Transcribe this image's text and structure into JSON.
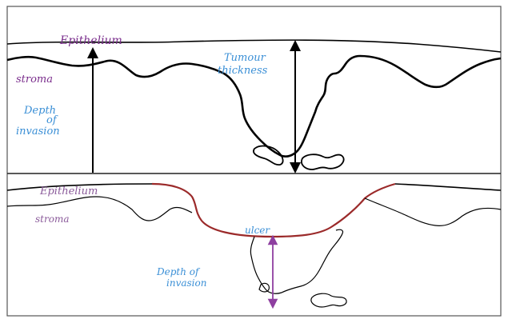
{
  "panels": [
    {
      "labels": {
        "epithelium": "Epithelium",
        "stroma": "stroma",
        "depth_of_invasion": [
          "Depth",
          "of",
          "invasion"
        ],
        "tumour_thickness": [
          "Tumour",
          "thickness"
        ]
      },
      "colors": {
        "outline": "#000000",
        "epithelium_label": "#7a2d8c",
        "measure_label": "#3a8fd6"
      }
    },
    {
      "labels": {
        "epithelium": "Epithelium",
        "stroma": "stroma",
        "ulcer": "ulcer",
        "depth_of_invasion": [
          "Depth of",
          "invasion"
        ]
      },
      "colors": {
        "outline": "#000000",
        "ulcer_surface": "#9b2a2a",
        "measure_arrow": "#8e3fa0",
        "measure_label": "#3a8fd6"
      }
    }
  ]
}
